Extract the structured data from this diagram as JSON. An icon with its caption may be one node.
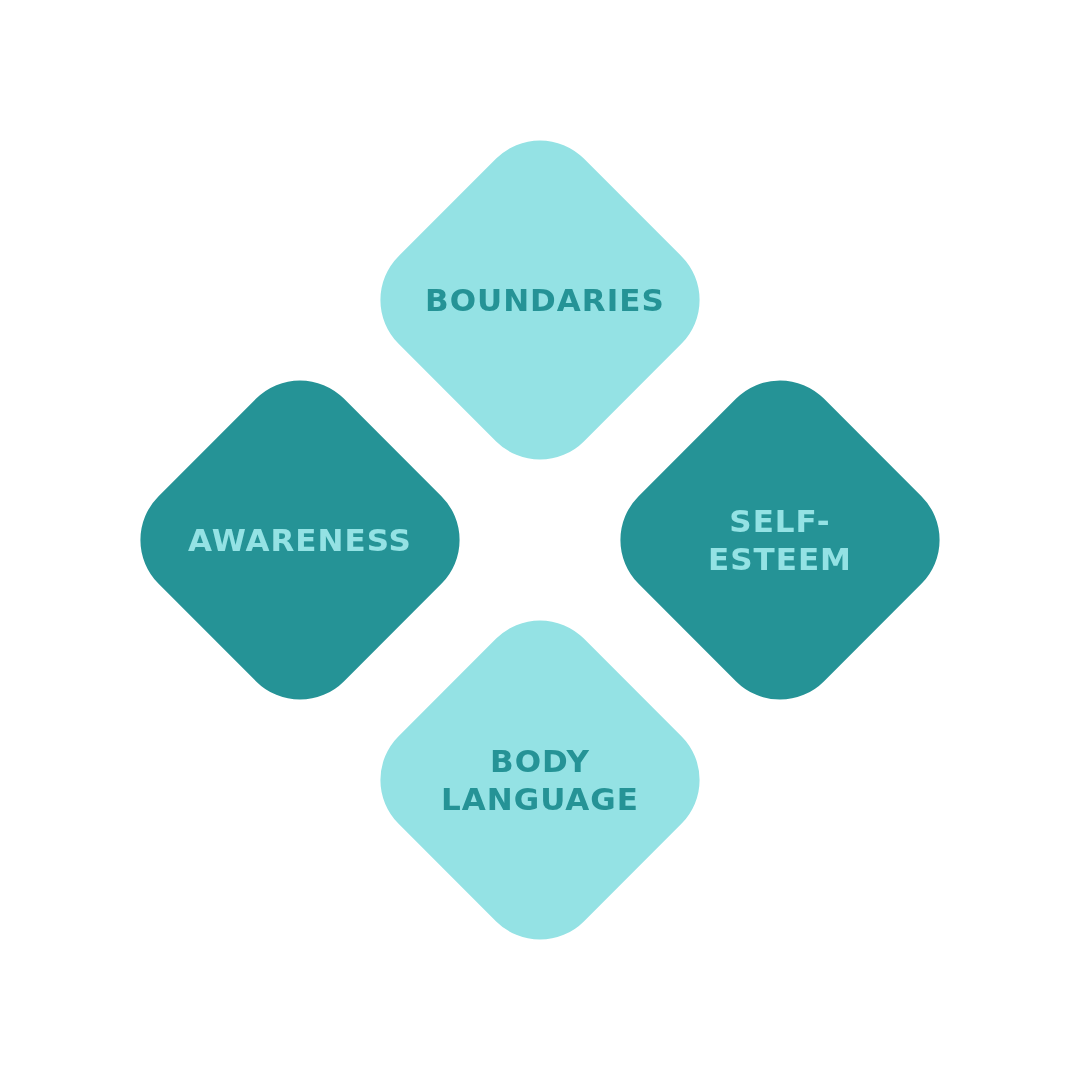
{
  "diagram": {
    "nodes": [
      {
        "text": [
          "BOUNDARIES"
        ]
      },
      {
        "text": [
          "AWARENESS"
        ]
      },
      {
        "text": [
          "SELF-ESTEEM"
        ]
      },
      {
        "text": [
          "BODY LANGUAGE"
        ]
      }
    ]
  }
}
